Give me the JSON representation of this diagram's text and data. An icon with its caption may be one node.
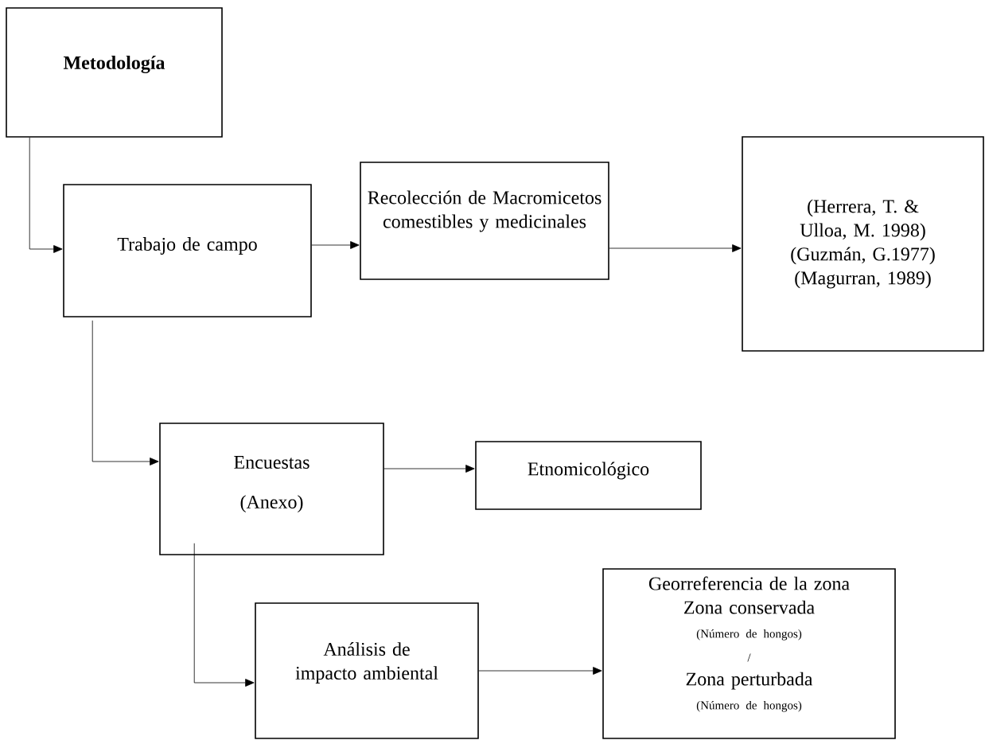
{
  "diagram": {
    "nodes": [
      {
        "text": [
          "Metodología"
        ]
      },
      {
        "text": [
          "Trabajo de campo"
        ]
      },
      {
        "text": [
          "Recolección de Macromicetos comestibles y medicinales"
        ]
      },
      {
        "text": [
          "(Herrera, T. & Ulloa, M. 1998)",
          "(Guzmán, G.1977)",
          "(Magurran, 1989)"
        ]
      },
      {
        "text": [
          "Encuestas",
          "(Anexo)"
        ]
      },
      {
        "text": [
          "Etnomicológico"
        ]
      },
      {
        "text": [
          "Análisis de impacto ambiental"
        ]
      },
      {
        "text": [
          "Georreferencia de la zona",
          "Zona conservada",
          "(Número de hongos)",
          "/",
          "Zona perturbada",
          "(Número de hongos)"
        ]
      }
    ],
    "edges": [
      {
        "from": 0,
        "to": 1,
        "arrow": "to"
      },
      {
        "from": 1,
        "to": 2,
        "arrow": "to"
      },
      {
        "from": 2,
        "to": 3,
        "arrow": "to"
      },
      {
        "from": 1,
        "to": 4,
        "arrow": "to"
      },
      {
        "from": 4,
        "to": 5,
        "arrow": "to"
      },
      {
        "from": 4,
        "to": 6,
        "arrow": "to"
      },
      {
        "from": 6,
        "to": 7,
        "arrow": "to"
      }
    ]
  }
}
